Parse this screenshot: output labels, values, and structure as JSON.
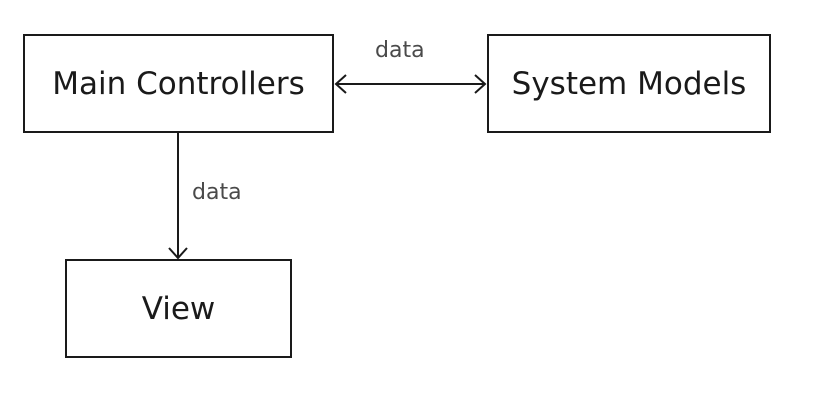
{
  "nodes": {
    "main_controllers": "Main Controllers",
    "system_models": "System Models",
    "view": "View"
  },
  "edges": {
    "controllers_models": {
      "label": "data",
      "direction": "bidirectional"
    },
    "controllers_view": {
      "label": "data",
      "direction": "to-view"
    }
  },
  "colors": {
    "stroke": "#1a1a1a",
    "label_text": "#4a4a4a",
    "background": "#ffffff"
  }
}
